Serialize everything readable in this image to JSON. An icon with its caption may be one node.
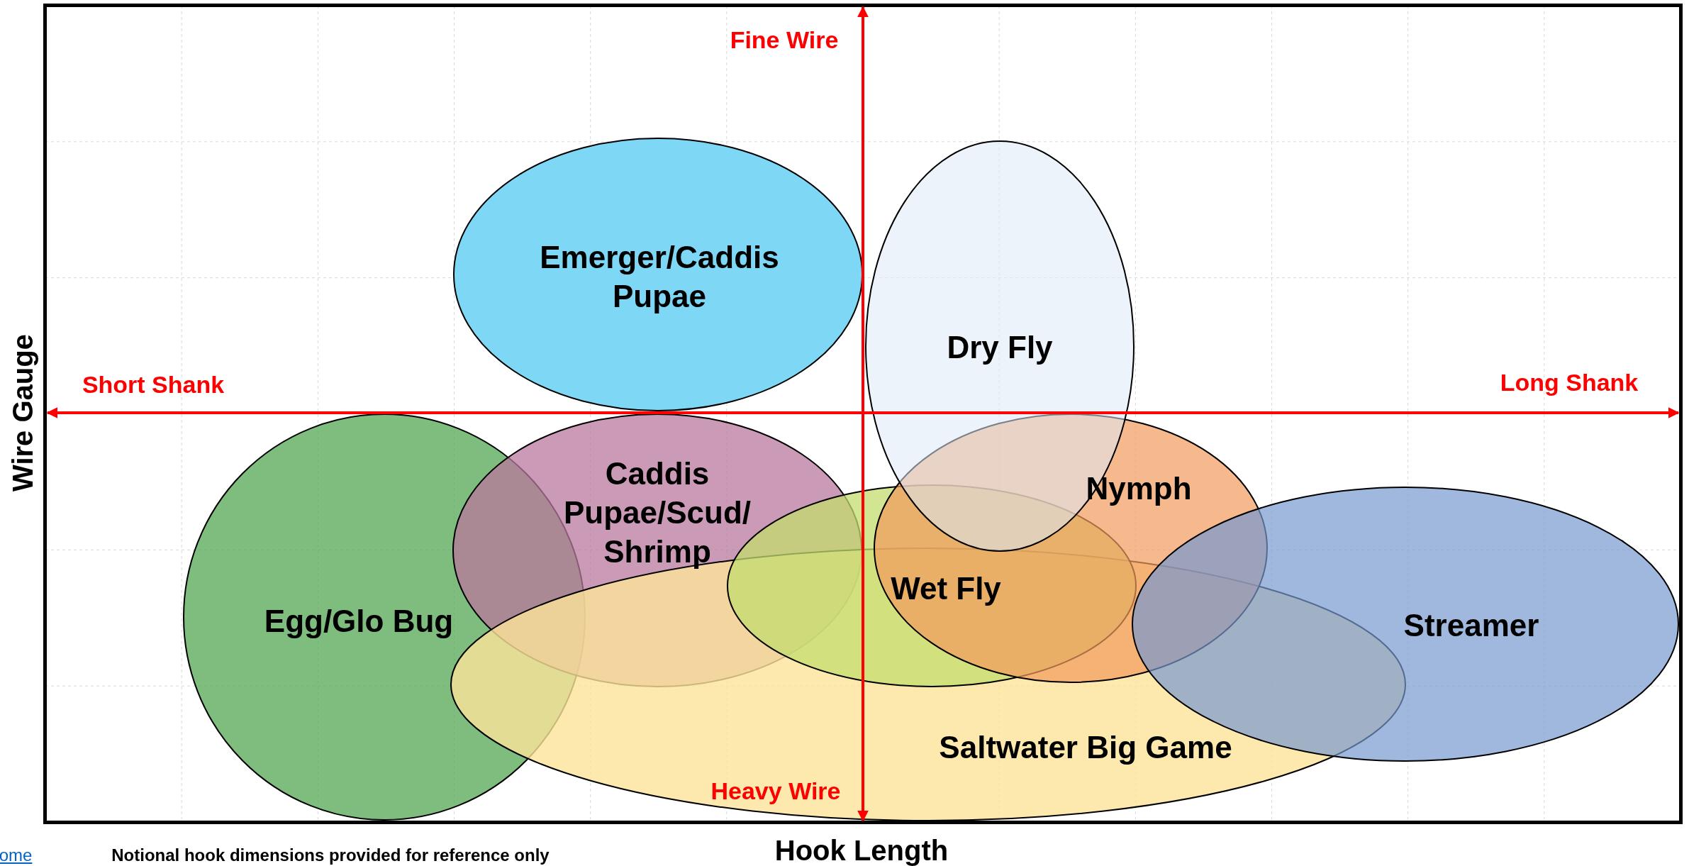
{
  "diagram": {
    "nodes": [
      {
        "text": [
          "Emerger/Caddis Pupae"
        ]
      },
      {
        "text": [
          "Dry Fly"
        ]
      },
      {
        "text": [
          "Caddis Pupae/Scud/ Shrimp"
        ]
      },
      {
        "text": [
          "Nymph"
        ]
      },
      {
        "text": [
          "Egg/Glo Bug"
        ]
      },
      {
        "text": [
          "Wet Fly"
        ]
      },
      {
        "text": [
          "Streamer"
        ]
      },
      {
        "text": [
          "Saltwater Big Game"
        ]
      }
    ],
    "labels": [
      "Fine Wire",
      "Short Shank",
      "Long Shank",
      "Heavy Wire",
      "Wire Gauge",
      "Hook Length",
      "ome",
      "Notional hook dimensions provided for reference only"
    ]
  }
}
